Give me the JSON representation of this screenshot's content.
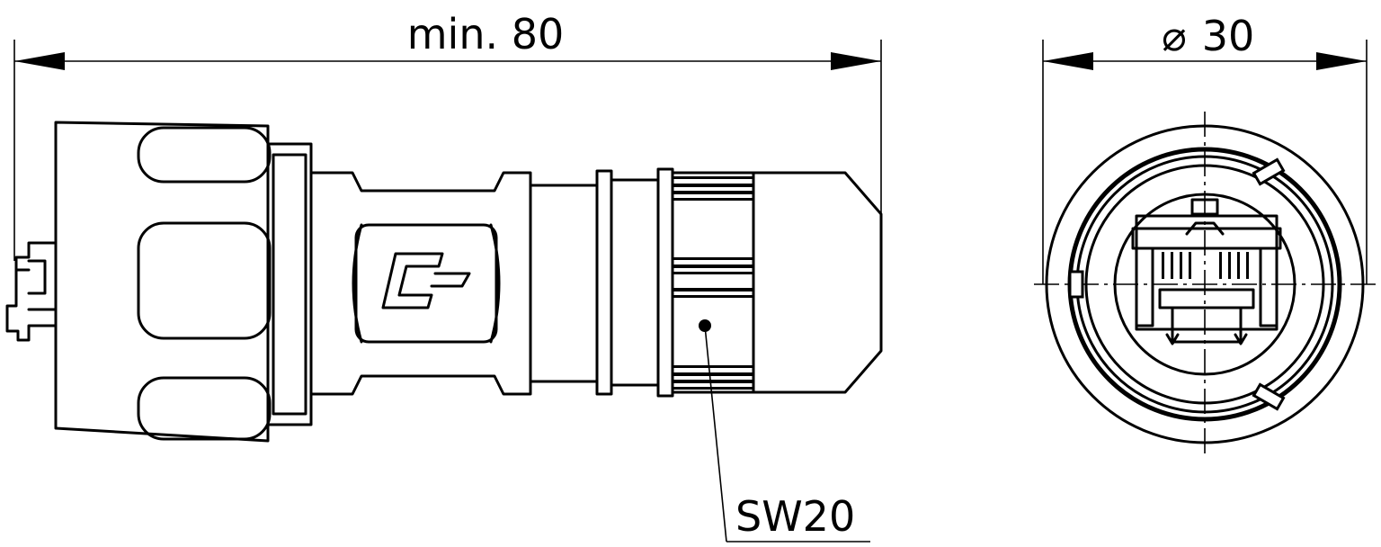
{
  "dimensions": {
    "length_label": "min. 80",
    "diameter_symbol": "⌀",
    "diameter_value": "30",
    "wrench_label": "SW20"
  },
  "colors": {
    "line": "#000000",
    "background": "#ffffff"
  }
}
